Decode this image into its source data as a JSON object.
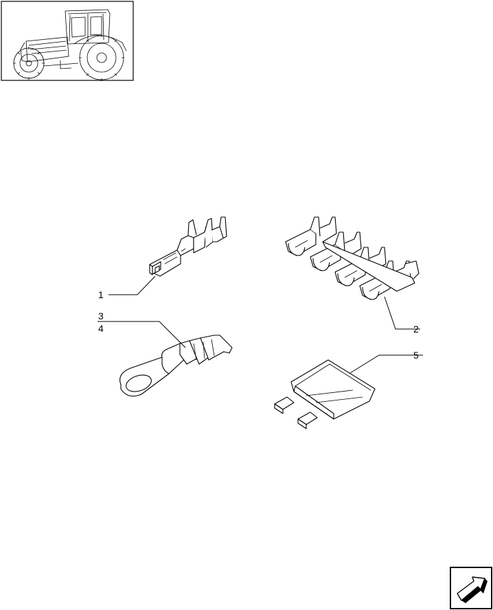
{
  "thumbnail": {
    "icon": "tractor-icon"
  },
  "callouts": {
    "c1": "1",
    "c2": "2",
    "c3": "3",
    "c4": "4",
    "c5": "5"
  },
  "nav": {
    "icon": "next-page-arrow-icon"
  }
}
